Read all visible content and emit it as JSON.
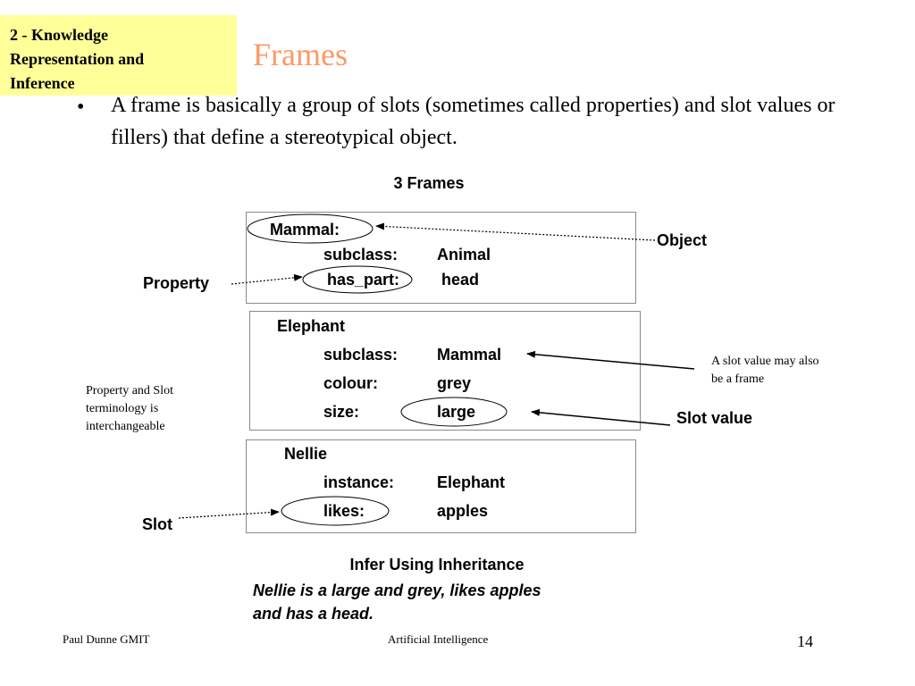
{
  "section_tag": {
    "lines": [
      "2 - Knowledge",
      "Representation and",
      "Inference"
    ]
  },
  "slide_title": "Frames",
  "bullet": {
    "symbol": "•",
    "text": "A frame is basically a group of slots (sometimes called properties) and slot values or fillers) that define a stereotypical object."
  },
  "diagram": {
    "title": "3 Frames",
    "frames": [
      {
        "name": "Mammal:",
        "slots": [
          {
            "slot": "subclass:",
            "value": "Animal"
          },
          {
            "slot": "has_part:",
            "value": "head"
          }
        ]
      },
      {
        "name": "Elephant",
        "slots": [
          {
            "slot": "subclass:",
            "value": "Mammal"
          },
          {
            "slot": "colour:",
            "value": "grey"
          },
          {
            "slot": "size:",
            "value": "large"
          }
        ]
      },
      {
        "name": "Nellie",
        "slots": [
          {
            "slot": "instance:",
            "value": "Elephant"
          },
          {
            "slot": "likes:",
            "value": "apples"
          }
        ]
      }
    ],
    "callouts": {
      "object": "Object",
      "property": "Property",
      "slot_value": "Slot value",
      "slot": "Slot"
    },
    "notes": {
      "slot_value_frame": [
        "A slot value may also",
        "be a frame"
      ],
      "terminology": [
        "Property and Slot",
        "terminology is",
        "interchangeable"
      ]
    }
  },
  "inference": {
    "heading": "Infer Using Inheritance",
    "lines": [
      "Nellie is a large and grey, likes apples",
      "and has a head."
    ]
  },
  "footer": {
    "author": "Paul Dunne GMIT",
    "course": "Artificial Intelligence",
    "page": "14"
  },
  "colors": {
    "section_tag_bg": "#ffff99",
    "title": "#ff9966",
    "frame_border": "#8a8a8a"
  }
}
